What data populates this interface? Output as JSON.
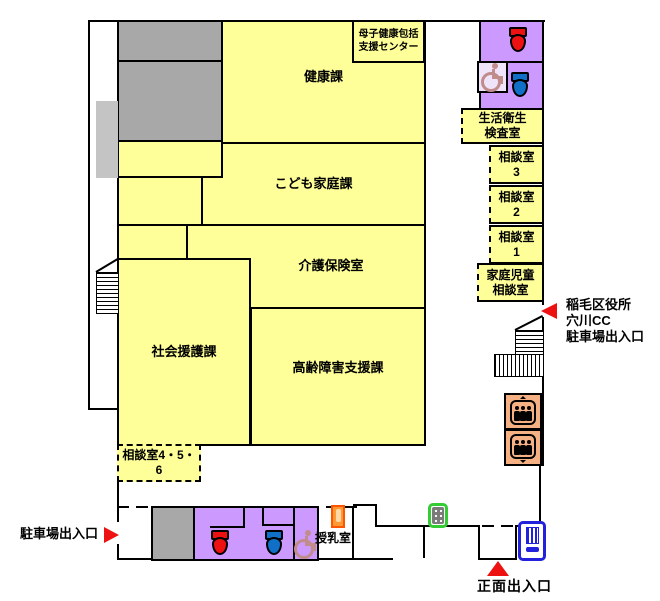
{
  "rooms": {
    "health": "健康課",
    "maternal_line1": "母子健康包括",
    "maternal_line2": "支援センター",
    "children_family": "こども家庭課",
    "care_insurance": "介護保険室",
    "social_support": "社会援護課",
    "elderly_disability": "高齢障害支援課",
    "consult_456": "相談室4・5・6",
    "hygiene_line1": "生活衛生",
    "hygiene_line2": "検査室",
    "consult3_line1": "相談室",
    "consult3_line2": "3",
    "consult2_line1": "相談室",
    "consult2_line2": "2",
    "consult1_line1": "相談室",
    "consult1_line2": "1",
    "family_child_line1": "家庭児童",
    "family_child_line2": "相談室",
    "nursing": "授乳室"
  },
  "annotations": {
    "side_entrance_line1": "稲毛区役所",
    "side_entrance_line2": "穴川CC",
    "side_entrance_line3": "駐車場出入口",
    "parking_entrance": "駐車場出入口",
    "main_entrance": "正面出入口"
  },
  "icons": {
    "female_toilet": "red toilet pictogram",
    "male_toilet": "blue toilet pictogram",
    "accessible_toilet": "wheelchair pictogram",
    "elevator": "elevator with three people pictogram",
    "stairs": "hatched steps",
    "public_phone": "green phone keypad",
    "information_kiosk": "blue kiosk panel",
    "vending_machine": "orange vending box",
    "entrance_arrow": "red triangle"
  },
  "colors": {
    "room_yellow": "#FFFF99",
    "toilet_purple": "#CC99FF",
    "block_gray": "#A8A8A8",
    "block_light_gray": "#C4C4C4",
    "elevator_orange": "#F5B183",
    "arrow_red": "#EE1111",
    "toilet_red": "#EE1111",
    "toilet_blue": "#1070C8",
    "wheelchair_pink": "#C08C8C",
    "phone_green": "#33CC33",
    "kiosk_blue": "#2222DD",
    "vending_orange": "#FF5500",
    "wall_black": "#000000"
  }
}
